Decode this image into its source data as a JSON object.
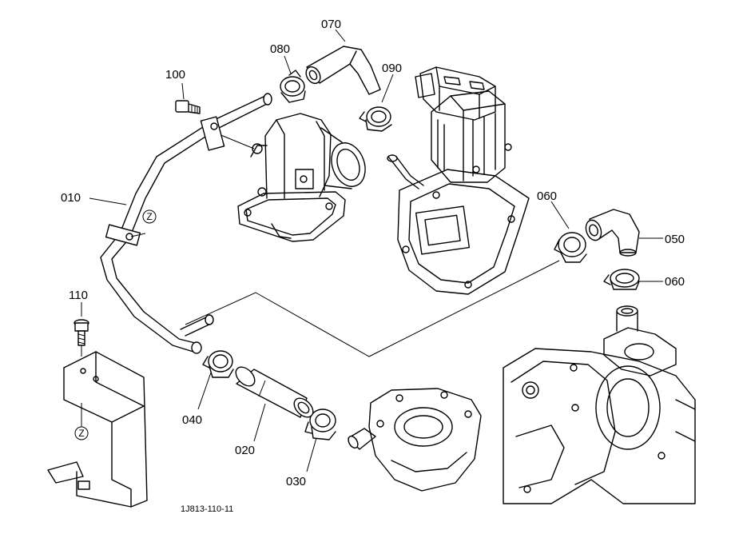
{
  "figure": {
    "reference_code": "1J813-110-11",
    "zone_marker": "Z"
  },
  "parts": [
    {
      "id": "p010",
      "number": "010"
    },
    {
      "id": "p020",
      "number": "020"
    },
    {
      "id": "p030",
      "number": "030"
    },
    {
      "id": "p040",
      "number": "040"
    },
    {
      "id": "p050",
      "number": "050"
    },
    {
      "id": "p060a",
      "number": "060"
    },
    {
      "id": "p060b",
      "number": "060"
    },
    {
      "id": "p070",
      "number": "070"
    },
    {
      "id": "p080",
      "number": "080"
    },
    {
      "id": "p090",
      "number": "090"
    },
    {
      "id": "p100",
      "number": "100"
    },
    {
      "id": "p110",
      "number": "110"
    }
  ]
}
